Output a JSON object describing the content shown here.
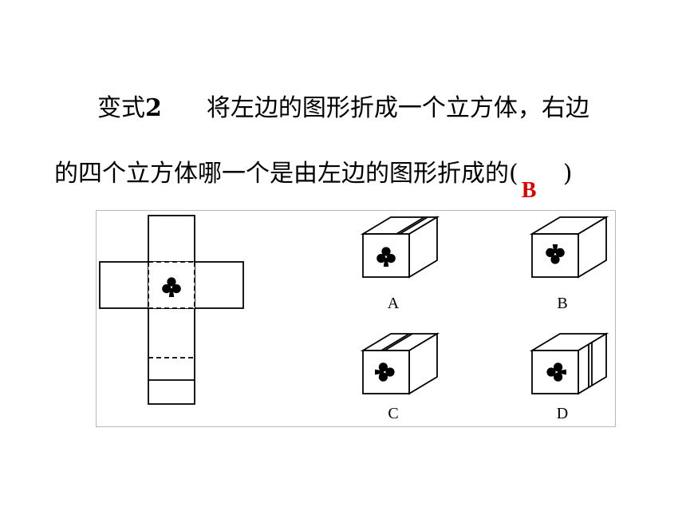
{
  "question": {
    "prefix": "变式",
    "number": "2",
    "line1_text": "将左边的图形折成一个立方体，右边",
    "line2_text": "的四个立方体哪一个是由左边的图形折成的(",
    "close_paren": ")",
    "answer": "B"
  },
  "figure": {
    "options": [
      {
        "label": "A"
      },
      {
        "label": "B"
      },
      {
        "label": "C"
      },
      {
        "label": "D"
      }
    ],
    "icon": "club-suit-icon"
  }
}
